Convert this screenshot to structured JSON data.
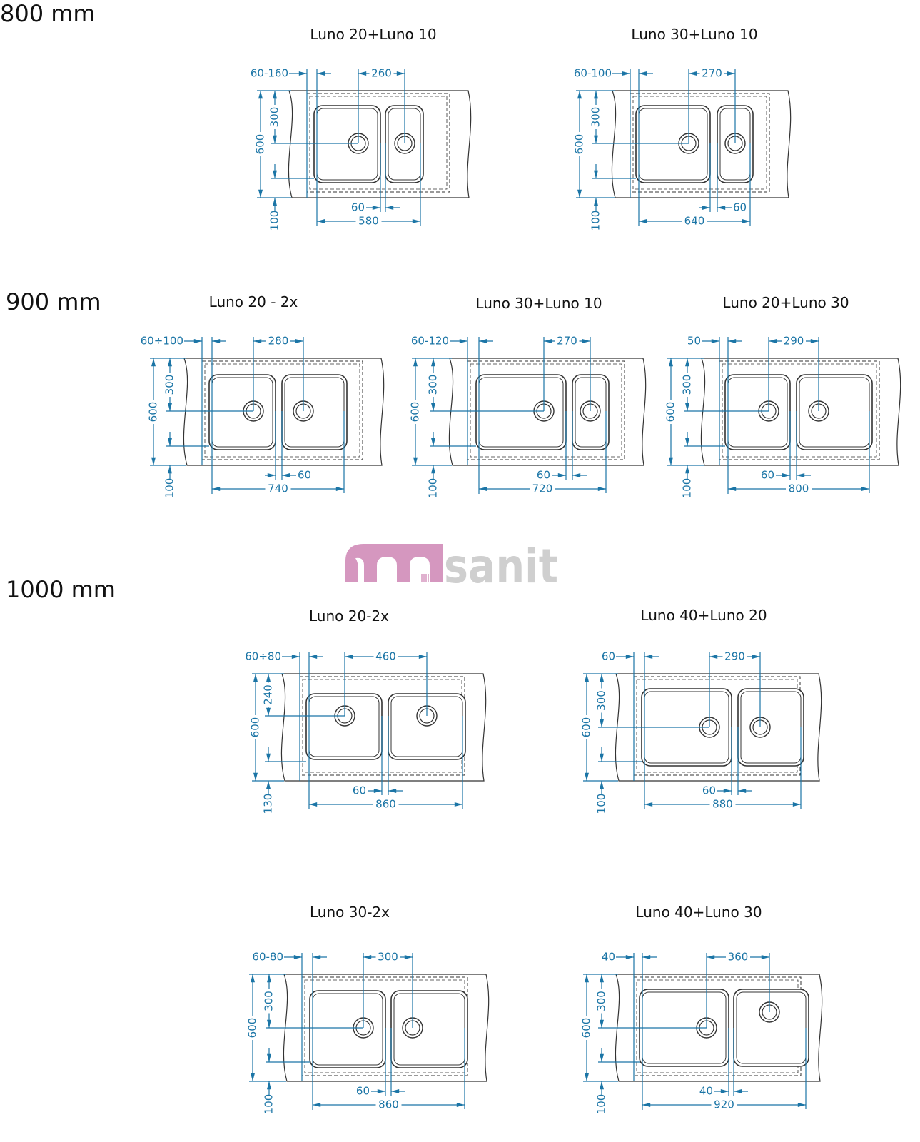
{
  "colors": {
    "dimension": "#1b75a6",
    "outline": "#333333",
    "logo_pink": "#d597bf",
    "logo_gray": "#cfcfcf"
  },
  "logo": {
    "text": "msanit"
  },
  "rows": [
    {
      "label": "800 mm",
      "diagrams": [
        {
          "title": "Luno 20+Luno 10",
          "offset": "60-160",
          "spacing": "260",
          "depth": "600",
          "drain_depth": "300",
          "front": "100",
          "gap": "60",
          "total": "580"
        },
        {
          "title": "Luno 30+Luno 10",
          "offset": "60-100",
          "spacing": "270",
          "depth": "600",
          "drain_depth": "300",
          "front": "100",
          "gap": "60",
          "total": "640"
        }
      ]
    },
    {
      "label": "900 mm",
      "diagrams": [
        {
          "title": "Luno 20 - 2x",
          "offset": "60÷100",
          "spacing": "280",
          "depth": "600",
          "drain_depth": "300",
          "front": "100",
          "gap": "60",
          "total": "740"
        },
        {
          "title": "Luno 30+Luno 10",
          "offset": "60-120",
          "spacing": "270",
          "depth": "600",
          "drain_depth": "300",
          "front": "100",
          "gap": "60",
          "total": "720"
        },
        {
          "title": "Luno 20+Luno 30",
          "offset": "50",
          "spacing": "290",
          "depth": "600",
          "drain_depth": "300",
          "front": "100",
          "gap": "60",
          "total": "800"
        }
      ]
    },
    {
      "label": "1000 mm",
      "diagrams": [
        {
          "title": "Luno 20-2x",
          "offset": "60÷80",
          "spacing": "460",
          "depth": "600",
          "drain_depth": "240",
          "front": "130",
          "gap": "60",
          "total": "860"
        },
        {
          "title": "Luno 40+Luno 20",
          "offset": "60",
          "spacing": "290",
          "depth": "600",
          "drain_depth": "300",
          "front": "100",
          "gap": "60",
          "total": "880"
        },
        {
          "title": "Luno 30-2x",
          "offset": "60-80",
          "spacing": "300",
          "depth": "600",
          "drain_depth": "300",
          "front": "100",
          "gap": "60",
          "total": "860"
        },
        {
          "title": "Luno 40+Luno 30",
          "offset": "40",
          "spacing": "360",
          "depth": "600",
          "drain_depth": "300",
          "front": "100",
          "gap": "40",
          "total": "920"
        }
      ]
    }
  ]
}
